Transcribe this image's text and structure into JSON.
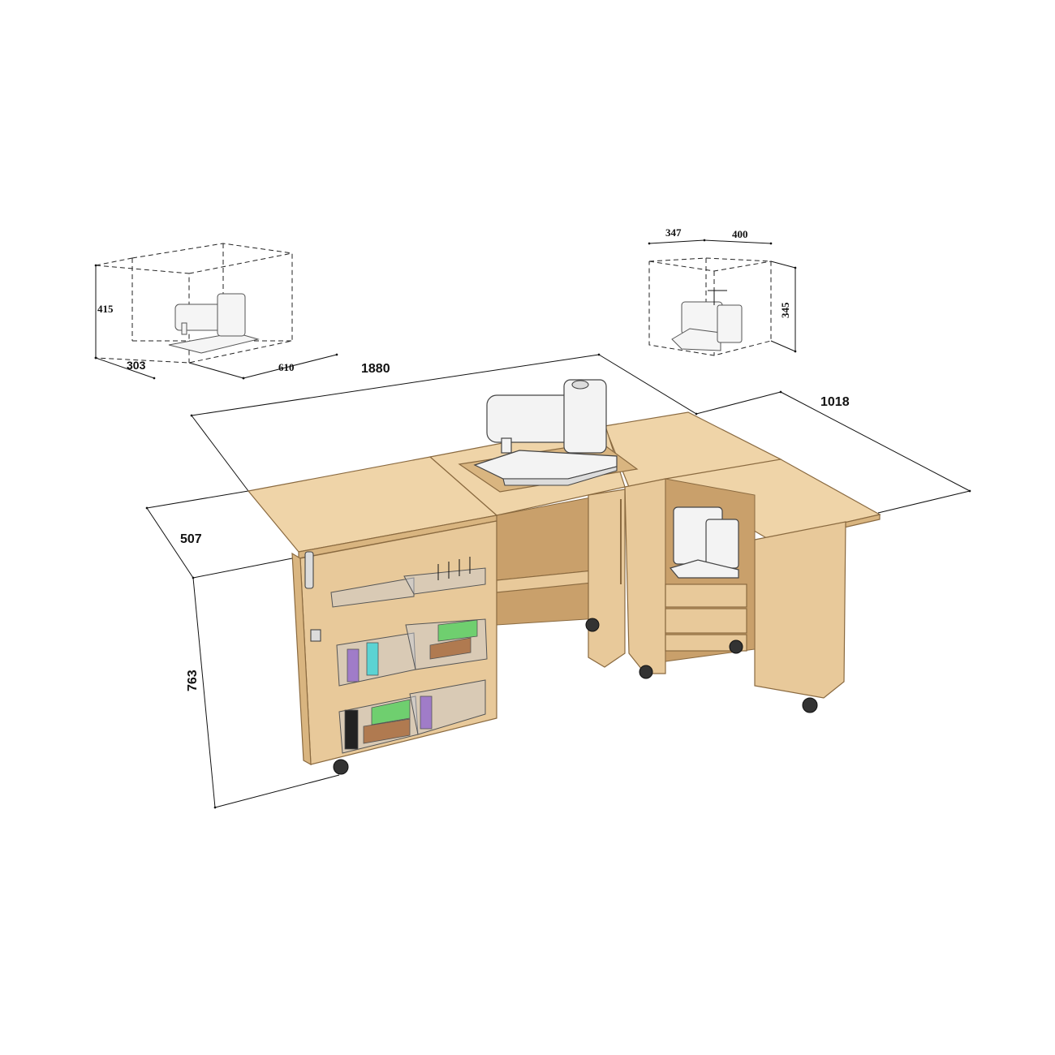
{
  "dimensions": {
    "total_width": "1880",
    "open_leaf_depth": "1018",
    "depth": "507",
    "height": "763"
  },
  "sewing_machine_box": {
    "height": "415",
    "depth": "303",
    "width": "610"
  },
  "overlock_box": {
    "depth": "347",
    "width": "400",
    "height": "345"
  },
  "colors": {
    "wood": "#e8c99a",
    "wood_top": "#efd4a8",
    "outline": "#8a6a40",
    "dimension_line": "#111111"
  }
}
